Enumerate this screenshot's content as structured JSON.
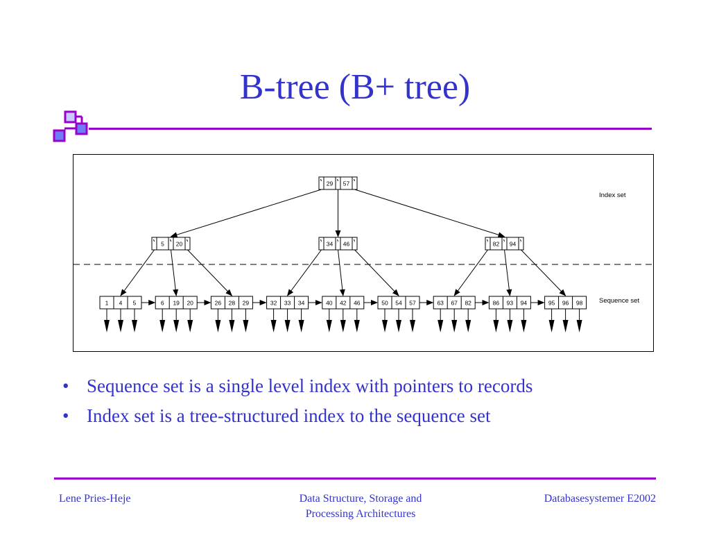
{
  "slide": {
    "title": "B-tree (B+ tree)"
  },
  "diagram": {
    "index_set_label": "Index set",
    "sequence_set_label": "Sequence set",
    "root": {
      "keys": [
        "29",
        "57"
      ]
    },
    "index_nodes": [
      {
        "keys": [
          "5",
          "20"
        ]
      },
      {
        "keys": [
          "34",
          "46"
        ]
      },
      {
        "keys": [
          "82",
          "94"
        ]
      }
    ],
    "leaves": [
      {
        "keys": [
          "1",
          "4",
          "5"
        ]
      },
      {
        "keys": [
          "6",
          "19",
          "20"
        ]
      },
      {
        "keys": [
          "26",
          "28",
          "29"
        ]
      },
      {
        "keys": [
          "32",
          "33",
          "34"
        ]
      },
      {
        "keys": [
          "40",
          "42",
          "46"
        ]
      },
      {
        "keys": [
          "50",
          "54",
          "57"
        ]
      },
      {
        "keys": [
          "63",
          "67",
          "82"
        ]
      },
      {
        "keys": [
          "86",
          "93",
          "94"
        ]
      },
      {
        "keys": [
          "95",
          "96",
          "98"
        ]
      }
    ]
  },
  "bullets": [
    "Sequence set is a single level index with pointers to records",
    "Index set is a tree-structured index to the sequence set"
  ],
  "footer": {
    "left": "Lene Pries-Heje",
    "center_line1": "Data Structure, Storage and",
    "center_line2": "Processing Architectures",
    "right": "Databasesystemer E2002"
  },
  "colors": {
    "title": "#3333cc",
    "rule": "#9900cc",
    "deco_fill": "#6f7bf7",
    "deco_light": "#c9c9ff"
  }
}
